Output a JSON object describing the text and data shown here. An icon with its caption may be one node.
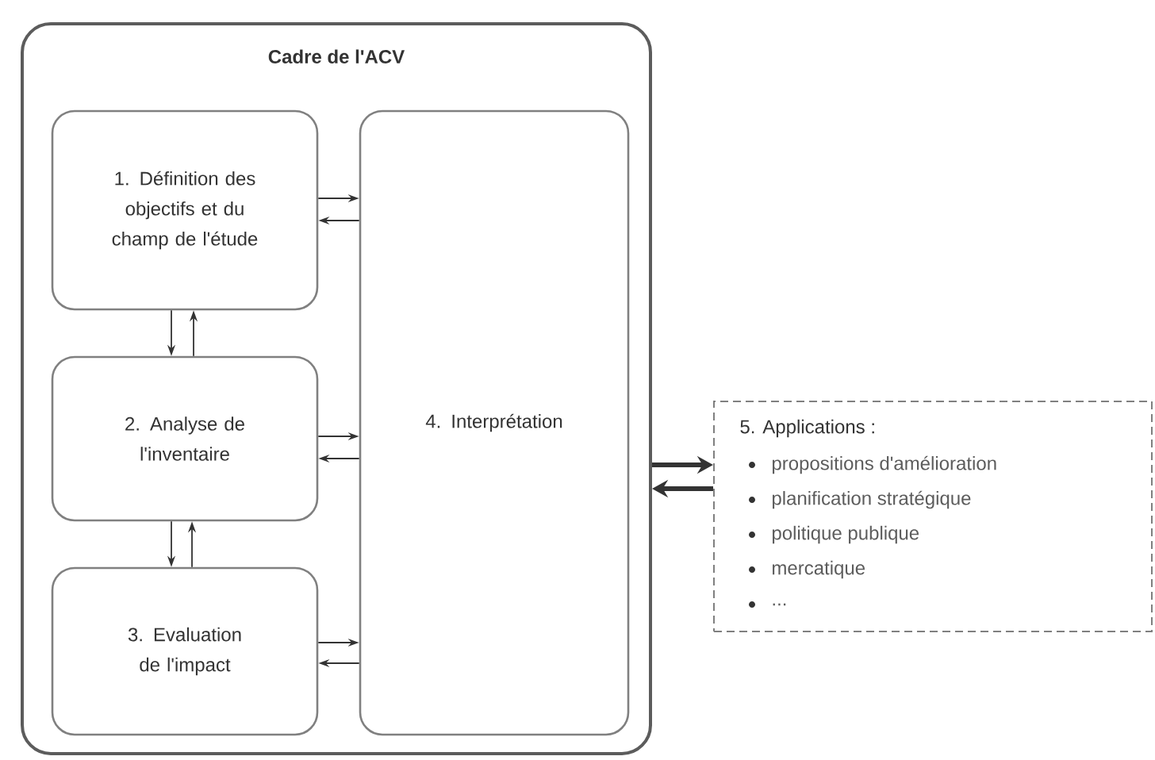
{
  "diagram": {
    "nodes": [
      {
        "text": [
          "Cadre de l'ACV"
        ]
      },
      {
        "text": [
          "1. Définition des objectifs et du champ de l'étude"
        ],
        "in": 0
      },
      {
        "text": [
          "2. Analyse de l'inventaire"
        ],
        "in": 0
      },
      {
        "text": [
          "3. Evaluation de l'impact"
        ],
        "in": 0
      },
      {
        "text": [
          "4. Interprétation"
        ],
        "in": 0
      },
      {
        "text": [
          "5. Applications :",
          "propositions d'amélioration",
          "planification stratégique",
          "politique publique",
          "mercatique",
          "..."
        ]
      }
    ],
    "edges": [
      {
        "from": 1,
        "to": 4,
        "arrow": "to"
      },
      {
        "from": 4,
        "to": 1,
        "arrow": "to"
      },
      {
        "from": 1,
        "to": 2,
        "arrow": "to"
      },
      {
        "from": 2,
        "to": 1,
        "arrow": "to"
      },
      {
        "from": 2,
        "to": 4,
        "arrow": "to"
      },
      {
        "from": 4,
        "to": 2,
        "arrow": "to"
      },
      {
        "from": 2,
        "to": 3,
        "arrow": "to"
      },
      {
        "from": 3,
        "to": 2,
        "arrow": "to"
      },
      {
        "from": 3,
        "to": 4,
        "arrow": "to"
      },
      {
        "from": 4,
        "to": 3,
        "arrow": "to"
      },
      {
        "from": 0,
        "to": 5,
        "arrow": "to",
        "style": "thick"
      },
      {
        "from": 5,
        "to": 0,
        "arrow": "to",
        "style": "thick"
      }
    ]
  }
}
